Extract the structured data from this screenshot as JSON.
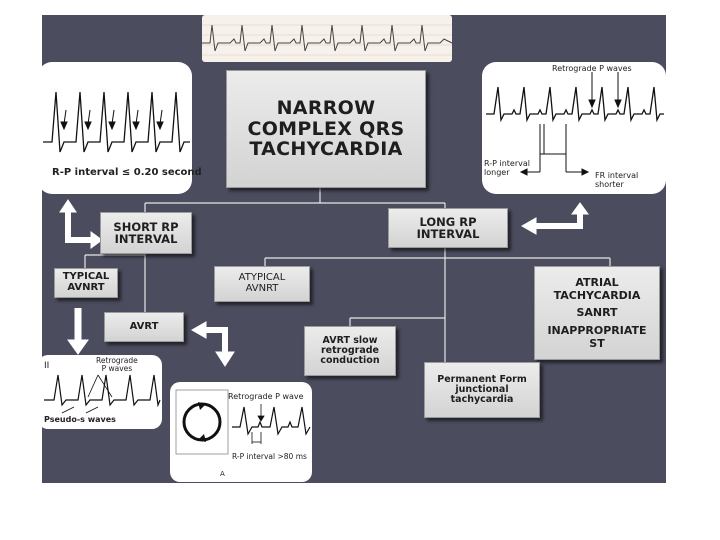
{
  "main_title": [
    "NARROW",
    "COMPLEX QRS",
    "TACHYCARDIA"
  ],
  "short_rp": [
    "SHORT RP",
    "INTERVAL"
  ],
  "long_rp": [
    "LONG RP",
    "INTERVAL"
  ],
  "typical_avnrt": [
    "TYPICAL",
    "AVNRT"
  ],
  "avrt": "AVRT",
  "atypical_avnrt": [
    "ATYPICAL",
    "AVNRT"
  ],
  "atrial_tachy": [
    "ATRIAL",
    "TACHYCARDIA",
    "SANRT",
    "INAPPROPRIATE",
    "ST"
  ],
  "avrt_slow": [
    "AVRT slow",
    "retrograde",
    "conduction"
  ],
  "pjrt": [
    "Permanent Form",
    "junctional",
    "tachycardia"
  ],
  "ecg_tl": {
    "caption": "R-P interval ≤ 0.20 second"
  },
  "ecg_tr": {
    "retro": "Retrograde P waves",
    "rp_longer": [
      "R-P interval",
      "longer"
    ],
    "fr_shorter": [
      "FR interval",
      "shorter"
    ]
  },
  "ecg_bl": {
    "retro": [
      "Retrograde",
      "P waves"
    ],
    "pseudo": "Pseudo-s waves",
    "lead": "II"
  },
  "ecg_bc": {
    "retro": "Retrograde P wave",
    "rp": "R-P interval >80 ms",
    "fig": "A"
  }
}
